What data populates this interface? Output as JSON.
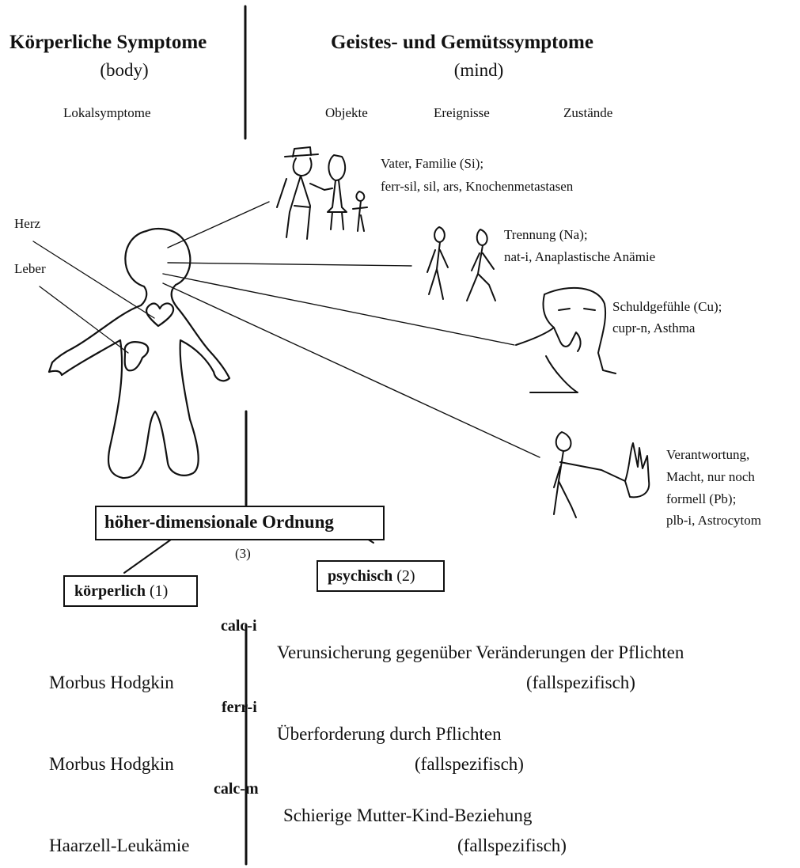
{
  "header": {
    "left_title": "Körperliche Symptome",
    "left_sub": "(body)",
    "left_col": "Lokalsymptome",
    "right_title": "Geistes- und Gemütssymptome",
    "right_sub": "(mind)",
    "cols": [
      "Objekte",
      "Ereignisse",
      "Zustände"
    ]
  },
  "organs": {
    "heart": "Herz",
    "liver": "Leber"
  },
  "mind_items": [
    {
      "line1": "Vater, Familie (Si);",
      "line2": "ferr-sil, sil, ars, Knochenmetastasen"
    },
    {
      "line1": "Trennung (Na);",
      "line2": "nat-i, Anaplastische Anämie"
    },
    {
      "line1": "Schuldgefühle (Cu);",
      "line2": "cupr-n, Asthma"
    },
    {
      "line1": "Verantwortung,",
      "line2": "Macht, nur noch",
      "line3": "formell (Pb);",
      "line4": "plb-i, Astrocytom"
    }
  ],
  "order": {
    "main": "höher-dimensionale Ordnung",
    "main_num": "(3)",
    "body_label": "körperlich",
    "body_num": "(1)",
    "psych_label": "psychisch",
    "psych_num": "(2)"
  },
  "cases": [
    {
      "remedy": "calc-i",
      "theme": "Verunsicherung gegenüber Veränderungen der Pflichten",
      "note": "(fallspezifisch)",
      "disease": "Morbus Hodgkin"
    },
    {
      "remedy": "ferr-i",
      "theme": "Überforderung durch Pflichten",
      "note": "(fallspezifisch)",
      "disease": "Morbus Hodgkin"
    },
    {
      "remedy": "calc-m",
      "theme": "Schierige Mutter-Kind-Beziehung",
      "note": "(fallspezifisch)",
      "disease": "Haarzell-Leukämie"
    }
  ]
}
